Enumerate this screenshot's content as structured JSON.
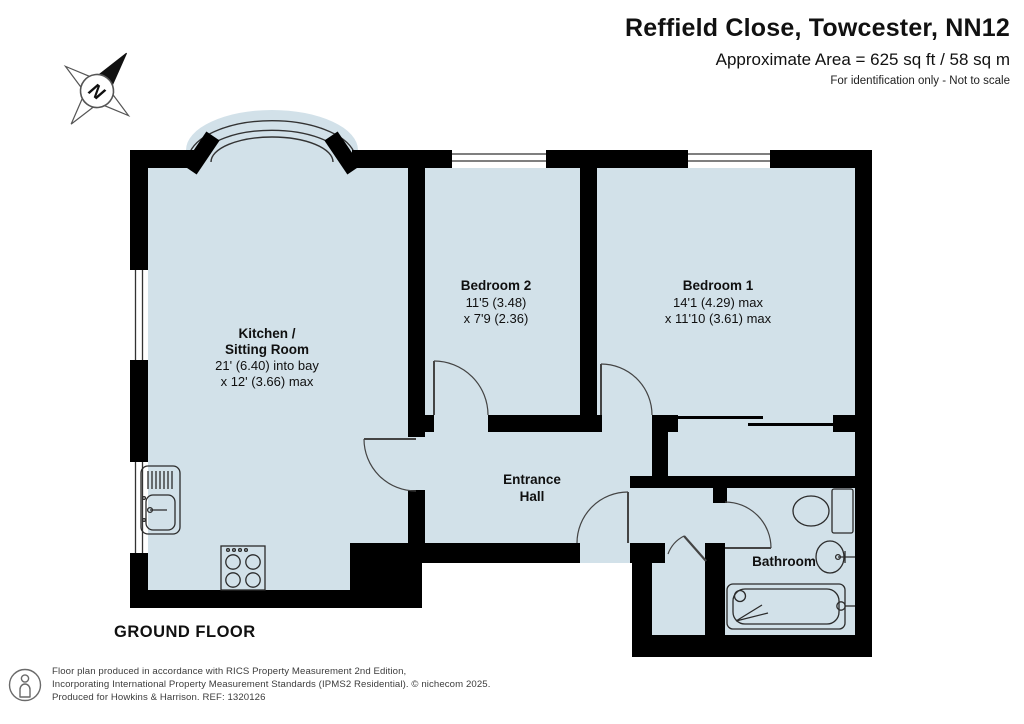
{
  "header": {
    "title": "Reffield Close, Towcester, NN12",
    "area": "Approximate Area = 625 sq ft / 58 sq m",
    "disclaimer": "For identification only - Not to scale"
  },
  "floor": {
    "label": "GROUND FLOOR"
  },
  "compass": {
    "label": "N"
  },
  "rooms": {
    "kitchen": {
      "name_line1": "Kitchen /",
      "name_line2": "Sitting Room",
      "dim_line1": "21' (6.40) into bay",
      "dim_line2": "x 12' (3.66) max"
    },
    "bedroom2": {
      "name": "Bedroom 2",
      "dim_line1": "11'5 (3.48)",
      "dim_line2": "x 7'9 (2.36)"
    },
    "bedroom1": {
      "name": "Bedroom 1",
      "dim_line1": "14'1 (4.29) max",
      "dim_line2": "x 11'10 (3.61) max"
    },
    "hall": {
      "name_line1": "Entrance",
      "name_line2": "Hall"
    },
    "bathroom": {
      "name": "Bathroom"
    }
  },
  "footer": {
    "line1": "Floor plan produced in accordance with RICS Property Measurement 2nd Edition,",
    "line2": "Incorporating International Property Measurement Standards (IPMS2 Residential).   © nichecom 2025.",
    "line3": "Produced for Howkins & Harrison.   REF: 1320126"
  },
  "colors": {
    "wall": "#000000",
    "room_fill": "#d2e1e9",
    "fixture_outline": "#2b2b2b",
    "door_arc": "#444444"
  }
}
